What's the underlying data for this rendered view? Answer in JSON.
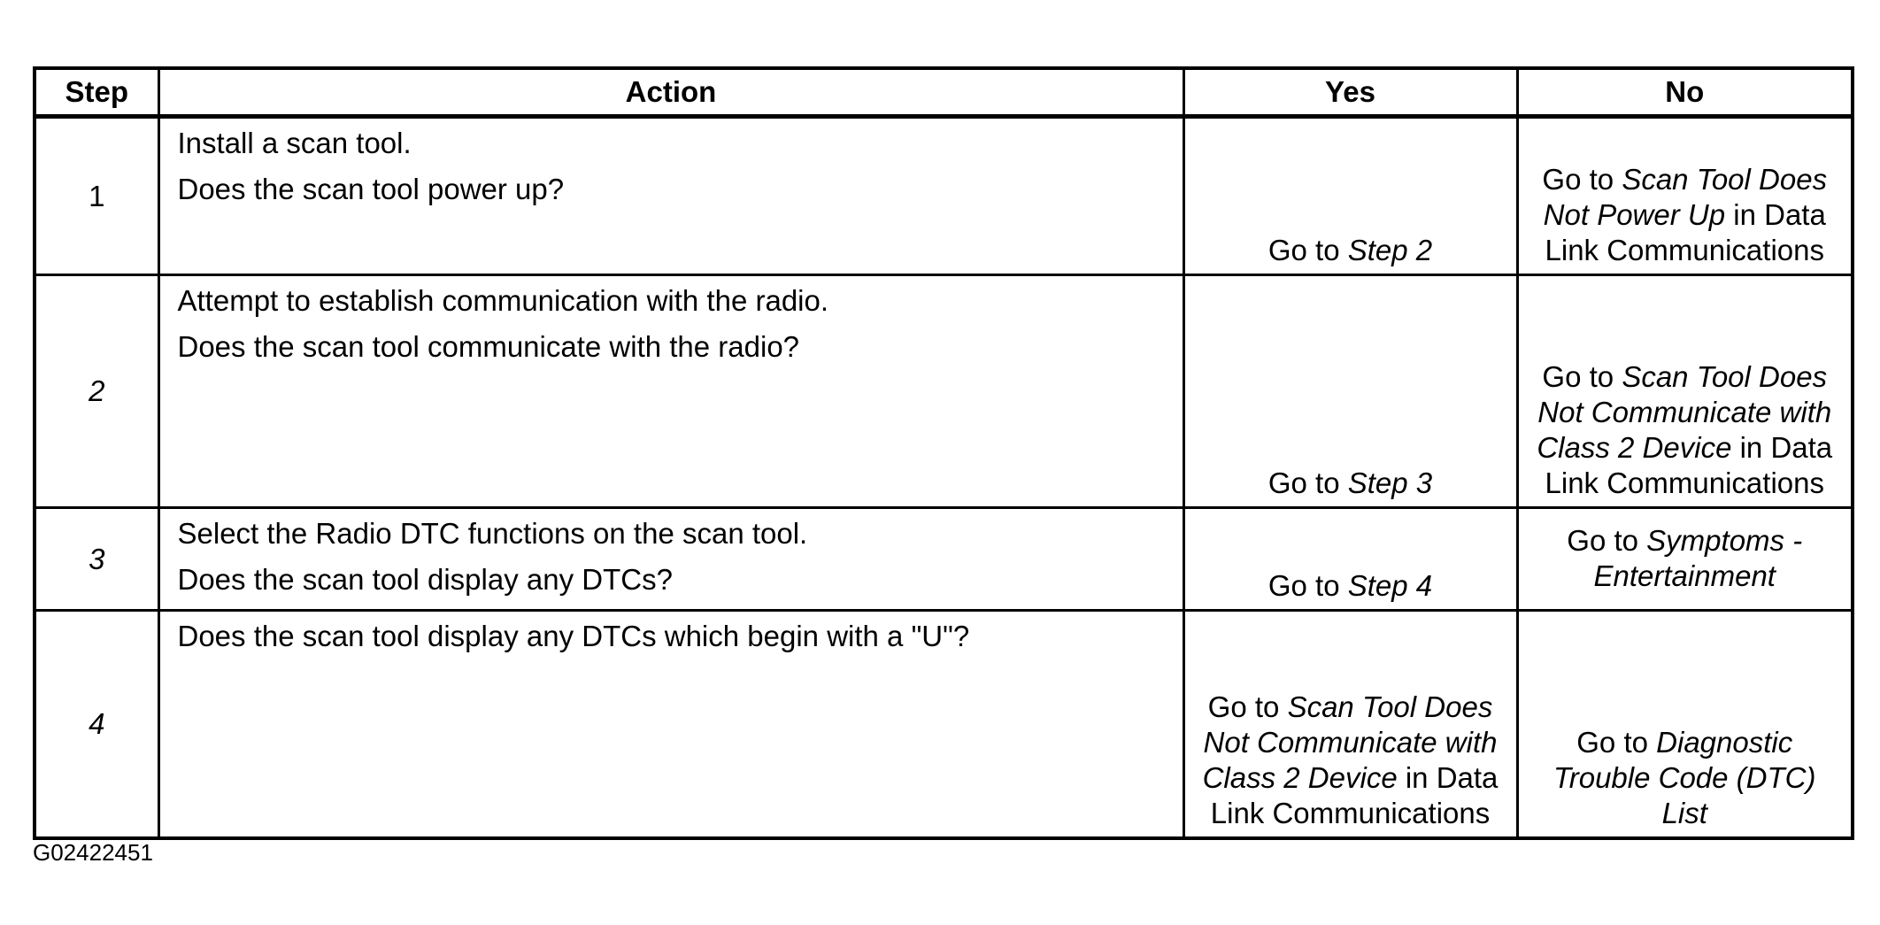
{
  "table": {
    "headers": {
      "step": "Step",
      "action": "Action",
      "yes": "Yes",
      "no": "No"
    },
    "rows": [
      {
        "step": "1",
        "action": [
          "Install a scan tool.",
          "Does the scan tool power up?"
        ],
        "yes": {
          "prefix": "Go to ",
          "ref": "Step 2",
          "suffix": ""
        },
        "no": {
          "prefix": "Go to ",
          "ref": "Scan Tool Does Not Power Up",
          "suffix": " in Data Link Communications"
        }
      },
      {
        "step": "2",
        "action": [
          "Attempt to establish communication with the radio.",
          "Does the scan tool communicate with the radio?"
        ],
        "yes": {
          "prefix": "Go to ",
          "ref": "Step 3",
          "suffix": ""
        },
        "no": {
          "prefix": "Go to ",
          "ref": "Scan Tool Does Not Communicate with Class 2 Device",
          "suffix": " in Data Link Communications"
        }
      },
      {
        "step": "3",
        "action": [
          "Select the Radio DTC functions on the scan tool.",
          "Does the scan tool display any DTCs?"
        ],
        "yes": {
          "prefix": "Go to ",
          "ref": "Step 4",
          "suffix": ""
        },
        "no": {
          "prefix": "Go to ",
          "ref": "Symptoms - Entertainment",
          "suffix": ""
        }
      },
      {
        "step": "4",
        "action": [
          "Does the scan tool display any DTCs which begin with a \"U\"?"
        ],
        "yes": {
          "prefix": "Go to ",
          "ref": "Scan Tool Does Not Communicate with Class 2 Device",
          "suffix": " in Data Link Communications"
        },
        "no": {
          "prefix": "Go to ",
          "ref": "Diagnostic Trouble Code (DTC) List",
          "suffix": ""
        }
      }
    ]
  },
  "figure_id": "G02422451"
}
